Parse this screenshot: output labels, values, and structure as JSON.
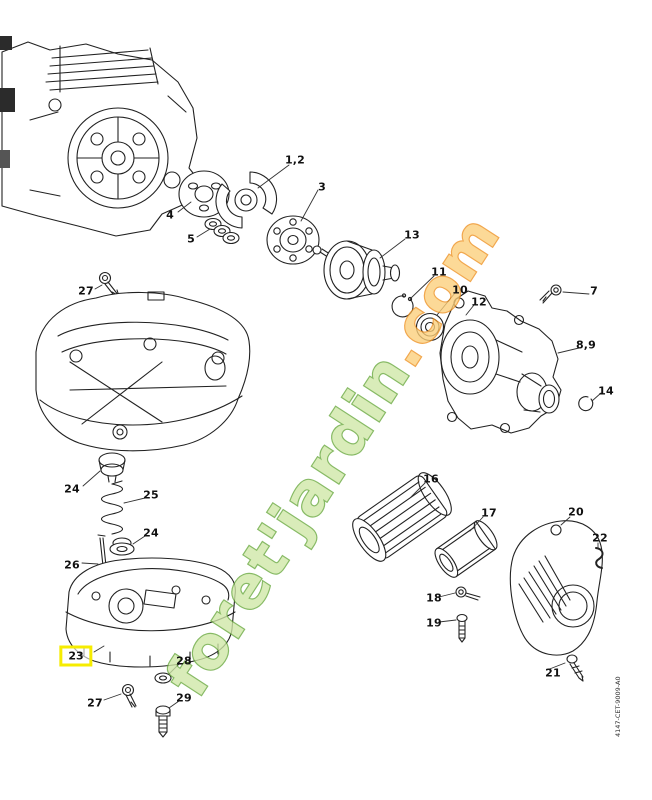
{
  "page": {
    "background": "#ffffff"
  },
  "watermark": {
    "text_main": "foret'jardin",
    "text_suffix": ".com",
    "color_main": "#7ac143",
    "color_suffix": "#f7941d"
  },
  "doc_code": "4147-CET-9009-A0",
  "highlight": {
    "color": "#f6ec00",
    "label": "23"
  },
  "labels": [
    {
      "text": "1,2"
    },
    {
      "text": "3"
    },
    {
      "text": "4"
    },
    {
      "text": "5"
    },
    {
      "text": "7"
    },
    {
      "text": "8,9"
    },
    {
      "text": "10"
    },
    {
      "text": "11"
    },
    {
      "text": "12"
    },
    {
      "text": "13"
    },
    {
      "text": "14"
    },
    {
      "text": "16"
    },
    {
      "text": "17"
    },
    {
      "text": "18"
    },
    {
      "text": "19"
    },
    {
      "text": "20"
    },
    {
      "text": "21"
    },
    {
      "text": "22"
    },
    {
      "text": "23"
    },
    {
      "text": "24"
    },
    {
      "text": "25"
    },
    {
      "text": "24"
    },
    {
      "text": "26"
    },
    {
      "text": "27"
    },
    {
      "text": "27"
    },
    {
      "text": "28"
    },
    {
      "text": "29"
    }
  ]
}
